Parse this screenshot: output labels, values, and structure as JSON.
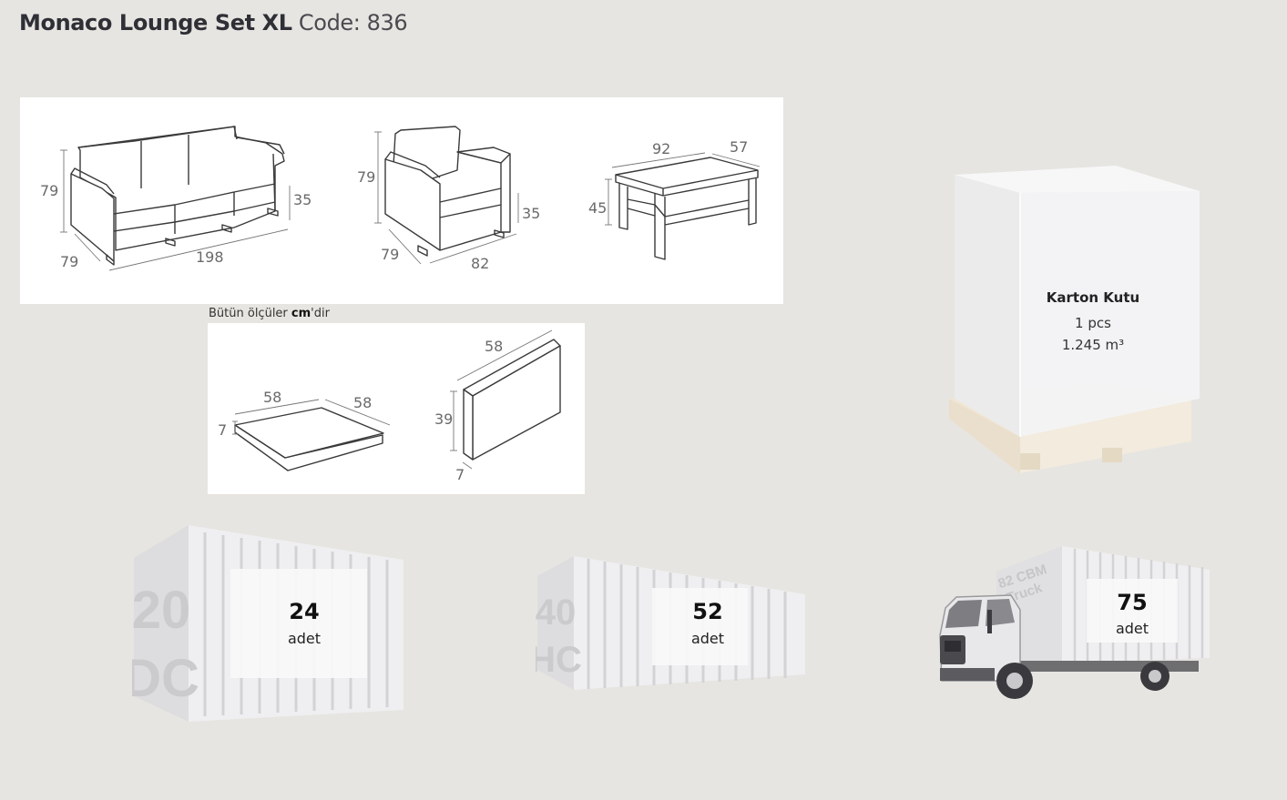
{
  "header": {
    "product_name": "Monaco Lounge Set XL",
    "code_label": "Code: 836"
  },
  "dimensions": {
    "sofa": {
      "height": "79",
      "depth": "79",
      "width": "198",
      "seat_height": "35"
    },
    "armchair": {
      "height": "79",
      "depth": "79",
      "width": "82",
      "seat_height": "35"
    },
    "table": {
      "height": "45",
      "length": "92",
      "depth": "57"
    },
    "seat_cushion": {
      "length": "58",
      "depth": "58",
      "thickness": "7"
    },
    "back_cushion": {
      "length": "58",
      "height": "39",
      "thickness": "7"
    }
  },
  "note": {
    "prefix": "Bütün ölçüler ",
    "unit": "cm",
    "suffix": "'dir"
  },
  "carton": {
    "label": "Karton Kutu",
    "pcs": "1 pcs",
    "volume": "1.245 m³"
  },
  "shipping": [
    {
      "container_line1": "20",
      "container_line2": "DC",
      "count": "24",
      "unit": "adet"
    },
    {
      "container_line1": "40",
      "container_line2": "HC",
      "count": "52",
      "unit": "adet"
    },
    {
      "container_line1": "82 CBM",
      "container_line2": "Truck",
      "count": "75",
      "unit": "adet"
    }
  ]
}
